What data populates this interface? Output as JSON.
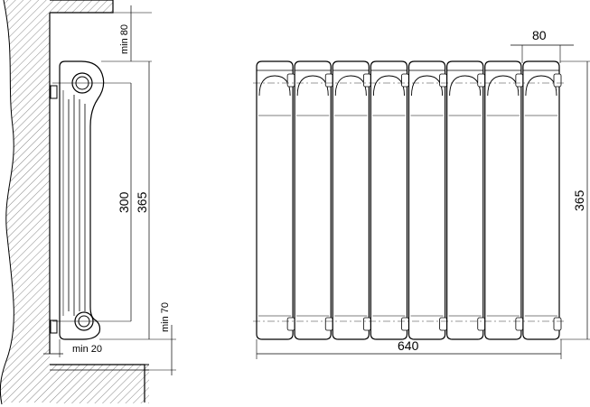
{
  "side_view": {
    "labels": {
      "min_top": "min 80",
      "h_axis": "300",
      "h_total": "365",
      "min_bottom": "min 70",
      "min_wall": "min 20"
    }
  },
  "front_view": {
    "labels": {
      "section_width": "80",
      "height": "365",
      "total_width": "640"
    },
    "section_count": 8
  }
}
